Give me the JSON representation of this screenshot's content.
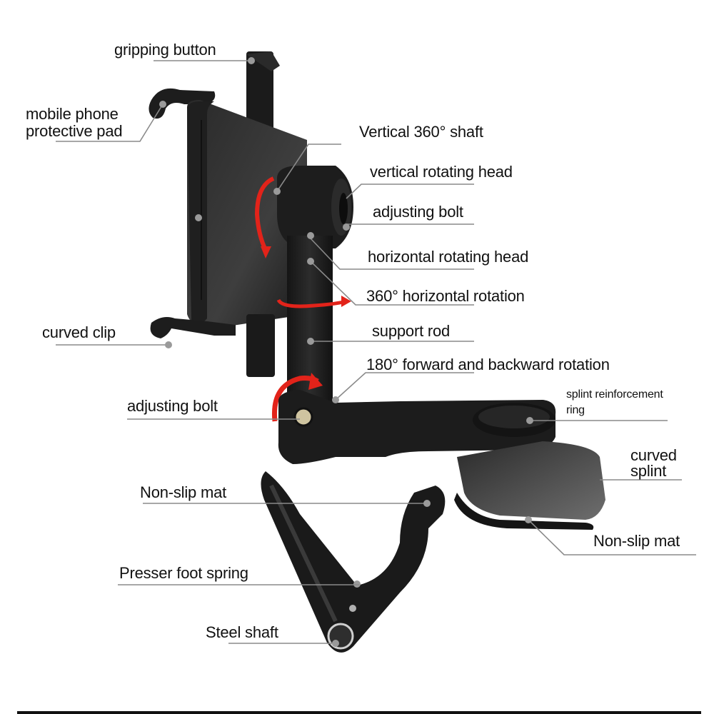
{
  "diagram": {
    "subject": "Dashboard clip phone holder",
    "colors": {
      "body": "#1e1e1e",
      "leader": "#8a8a8a",
      "arrow": "#e2231a",
      "text": "#111111",
      "background": "#ffffff"
    },
    "labels": {
      "gripping_button": "gripping button",
      "phone_pad_line1": "mobile phone",
      "phone_pad_line2": "protective pad",
      "vertical_shaft": "Vertical 360° shaft",
      "vertical_head": "vertical rotating head",
      "adjusting_bolt_top": "adjusting bolt",
      "horizontal_head": "horizontal rotating head",
      "horizontal_rotation": "360° horizontal rotation",
      "curved_clip": "curved clip",
      "support_rod": "support rod",
      "forward_backward": "180° forward and backward rotation",
      "adjusting_bolt_bottom": "adjusting bolt",
      "splint_ring_line1": "splint reinforcement",
      "splint_ring_line2": "ring",
      "curved_splint_line1": "curved",
      "curved_splint_line2": "splint",
      "non_slip_mat_left": "Non-slip mat",
      "non_slip_mat_right": "Non-slip mat",
      "presser_spring": "Presser foot spring",
      "steel_shaft": "Steel shaft"
    }
  }
}
